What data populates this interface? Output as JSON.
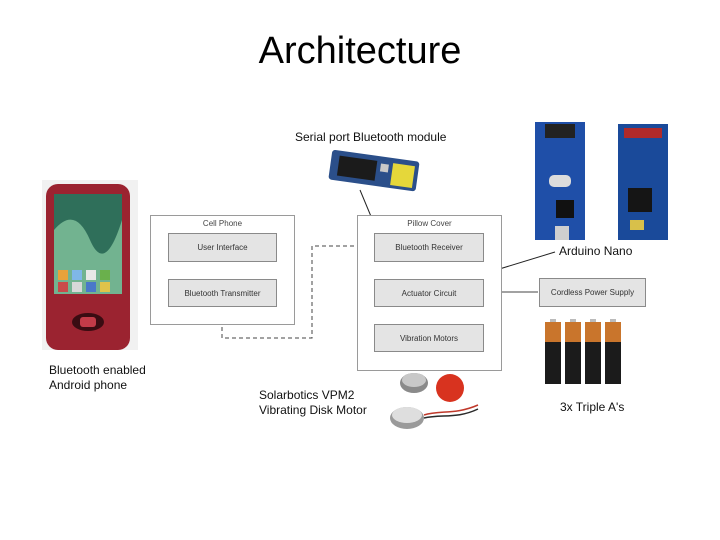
{
  "title": "Architecture",
  "captions": {
    "bt_module": "Serial port Bluetooth module",
    "arduino": "Arduino Nano",
    "phone": "Bluetooth enabled\nAndroid phone",
    "motor": "Solarbotics VPM2\nVibrating Disk Motor",
    "battery": "3x Triple A's"
  },
  "diagram": {
    "cell_phone": {
      "title": "Cell Phone",
      "user_interface": "User Interface",
      "bt_transmitter": "Bluetooth Transmitter"
    },
    "pillow_cover": {
      "title": "Pillow Cover",
      "bt_receiver": "Bluetooth Receiver",
      "actuator": "Actuator Circuit",
      "motors": "Vibration Motors"
    },
    "power_supply": "Cordless Power Supply"
  },
  "colors": {
    "phone_body": "#9b2330",
    "pcb_blue": "#1f4fa8",
    "battery_copper": "#c9752c",
    "motor_red": "#d8331f"
  },
  "battery_count": 4
}
